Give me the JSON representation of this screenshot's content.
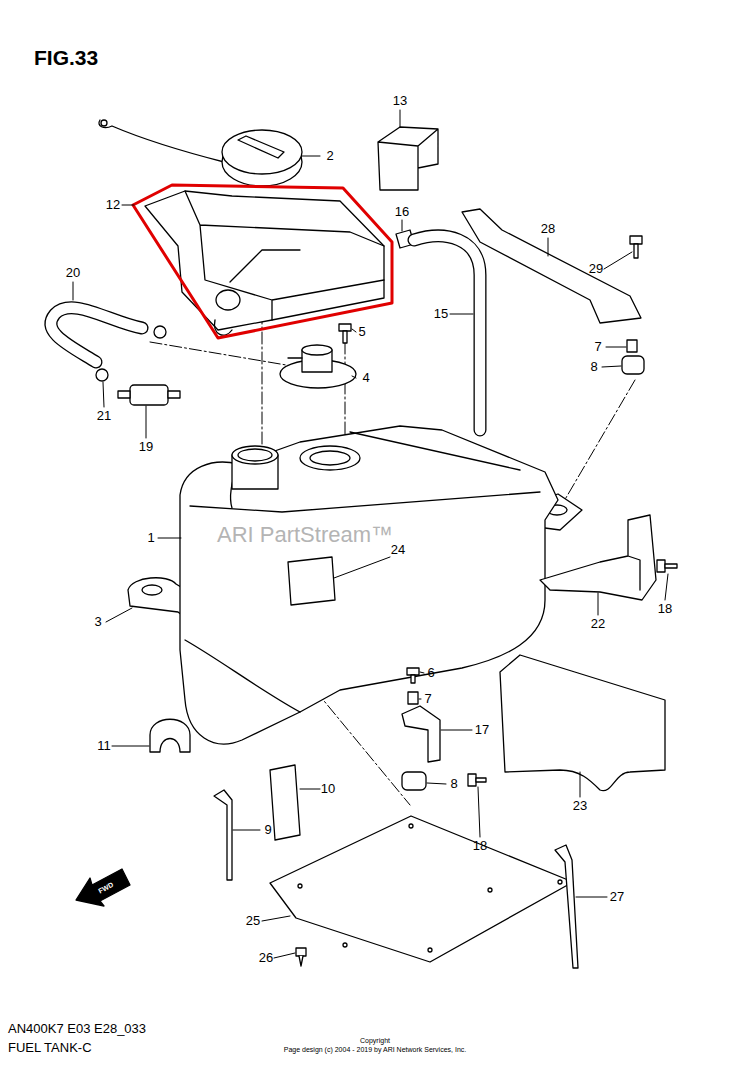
{
  "diagram": {
    "title": "FIG.33",
    "caption": "FUEL TANK-C",
    "labels": [
      "13",
      "2",
      "12",
      "16",
      "28",
      "20",
      "29",
      "5",
      "15",
      "7",
      "4",
      "8",
      "21",
      "19",
      "1",
      "24",
      "ARI PartStream™",
      "18",
      "22",
      "3",
      "6",
      "7",
      "17",
      "11",
      "10",
      "8",
      "18",
      "9",
      "23",
      "27",
      "25",
      "26",
      "FWD",
      "AN400K7 E03 E28_033",
      "Copyright",
      "Page design (c) 2004 - 2019 by ARI Network Services, Inc."
    ]
  }
}
